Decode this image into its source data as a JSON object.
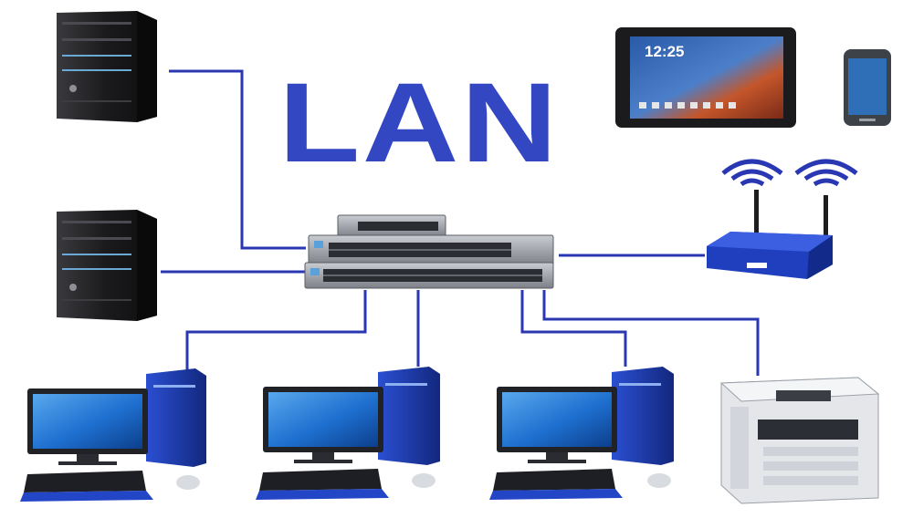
{
  "diagram": {
    "title": "LAN",
    "tablet_time": "12:25",
    "colors": {
      "link": "#2a37b3",
      "title": "#3347c3",
      "device_dark": "#1c1c1e",
      "device_blue": "#1f3fbf",
      "screen_blue": "#2b7fd6"
    },
    "nodes": [
      {
        "name": "server-top",
        "icon": "tower-server-icon"
      },
      {
        "name": "server-bottom",
        "icon": "tower-server-icon"
      },
      {
        "name": "network-switch",
        "icon": "switch-icon"
      },
      {
        "name": "tablet",
        "icon": "tablet-icon"
      },
      {
        "name": "smartphone",
        "icon": "smartphone-icon"
      },
      {
        "name": "wireless-router",
        "icon": "wifi-router-icon"
      },
      {
        "name": "desktop-pc-1",
        "icon": "desktop-computer-icon"
      },
      {
        "name": "desktop-pc-2",
        "icon": "desktop-computer-icon"
      },
      {
        "name": "desktop-pc-3",
        "icon": "desktop-computer-icon"
      },
      {
        "name": "printer",
        "icon": "multifunction-printer-icon"
      }
    ],
    "links": [
      [
        "server-top",
        "network-switch"
      ],
      [
        "server-bottom",
        "network-switch"
      ],
      [
        "network-switch",
        "wireless-router"
      ],
      [
        "network-switch",
        "desktop-pc-1"
      ],
      [
        "network-switch",
        "desktop-pc-2"
      ],
      [
        "network-switch",
        "desktop-pc-3"
      ],
      [
        "network-switch",
        "printer"
      ]
    ]
  }
}
